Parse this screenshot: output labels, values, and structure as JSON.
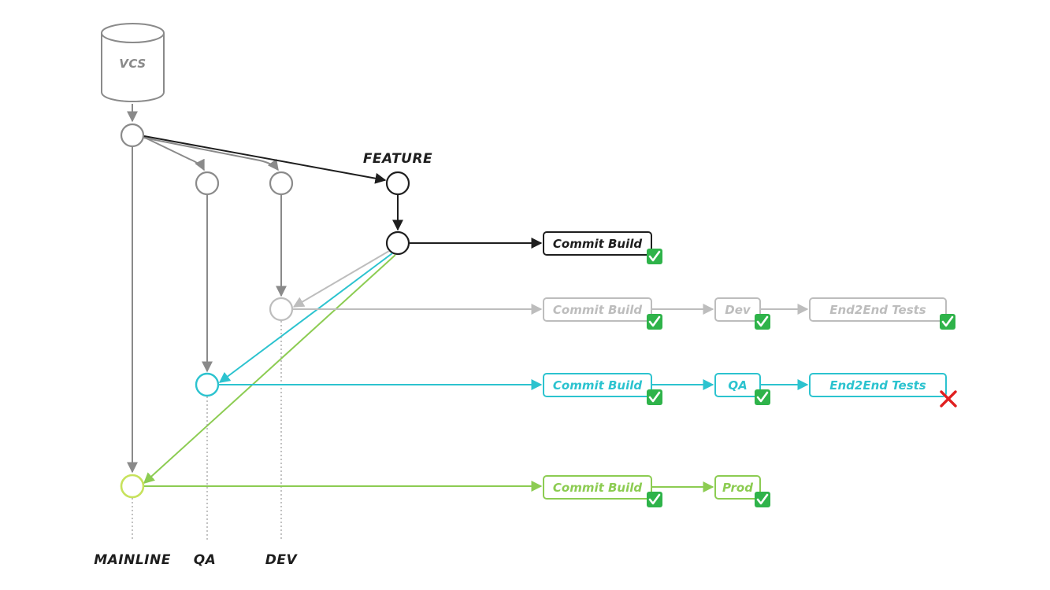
{
  "colors": {
    "vcs": "#8a8a8a",
    "feature": "#1e1e1e",
    "dev": "#bdbdbd",
    "qa": "#2cc3cf",
    "mainline": "#8ccc52",
    "mainline_node": "#c7e25c",
    "check": "#2fb34a",
    "fail": "#e02020",
    "branch_gray": "#8a8a8a",
    "dotted": "#9a9a9a"
  },
  "vcs": {
    "label": "VCS"
  },
  "branches": {
    "feature": "FEATURE",
    "mainline": "MAINLINE",
    "qa": "QA",
    "dev": "DEV"
  },
  "pipelines": {
    "feature": {
      "stages": [
        {
          "label": "Commit Build",
          "status": "pass"
        }
      ]
    },
    "dev": {
      "stages": [
        {
          "label": "Commit Build",
          "status": "pass"
        },
        {
          "label": "Dev",
          "status": "pass"
        },
        {
          "label": "End2End Tests",
          "status": "pass"
        }
      ]
    },
    "qa": {
      "stages": [
        {
          "label": "Commit Build",
          "status": "pass"
        },
        {
          "label": "QA",
          "status": "pass"
        },
        {
          "label": "End2End Tests",
          "status": "fail"
        }
      ]
    },
    "mainline": {
      "stages": [
        {
          "label": "Commit Build",
          "status": "pass"
        },
        {
          "label": "Prod",
          "status": "pass"
        }
      ]
    }
  }
}
